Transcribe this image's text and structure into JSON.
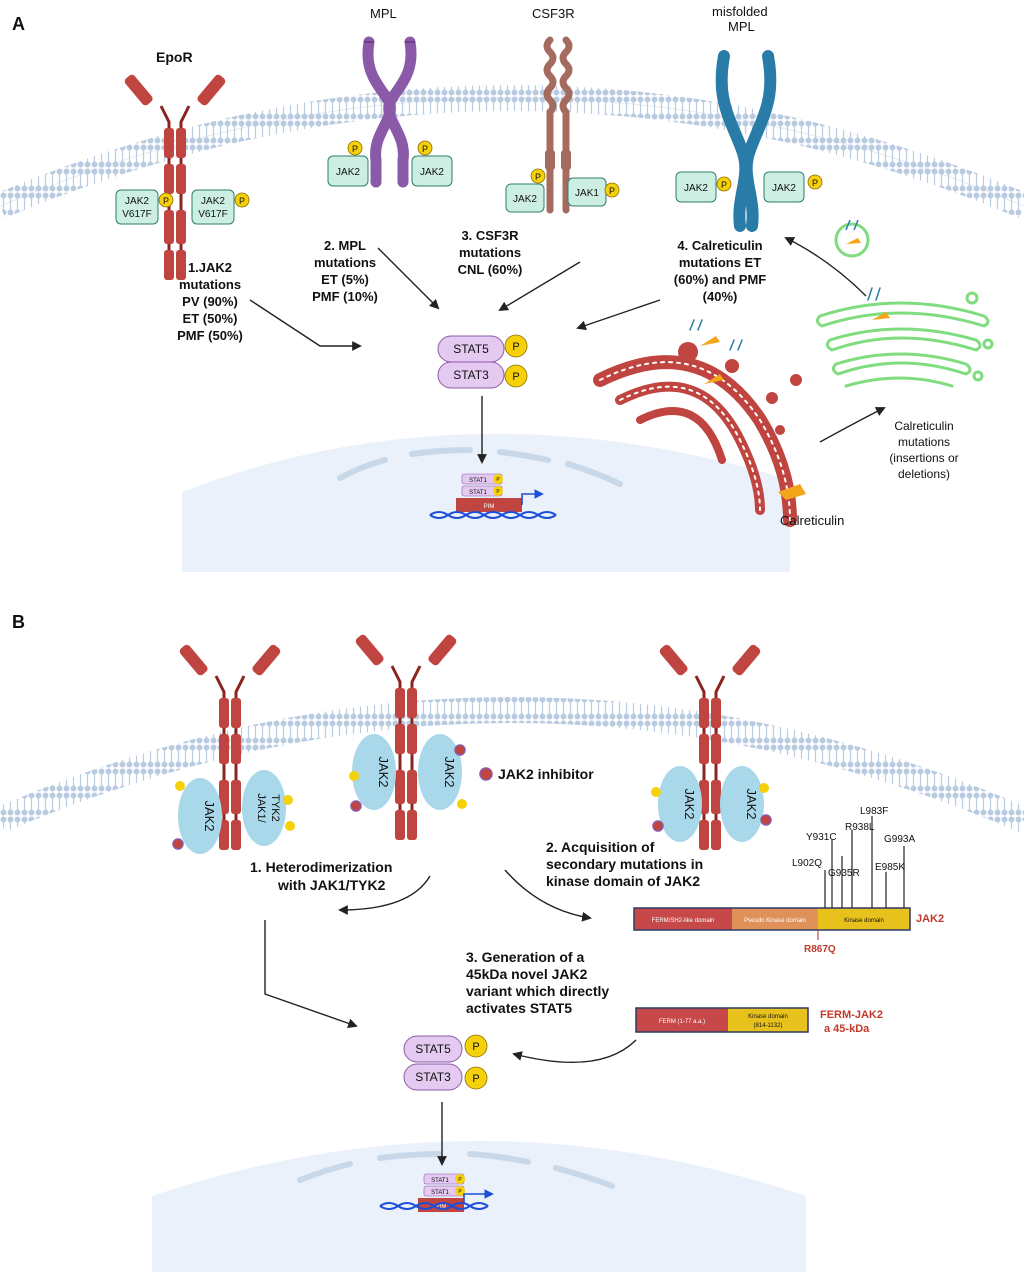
{
  "panel_labels": {
    "a": "A",
    "b": "B"
  },
  "panel_a": {
    "receptors": {
      "epor": "EpoR",
      "mpl": "MPL",
      "csf3r": "CSF3R",
      "misfolded_l1": "misfolded",
      "misfolded_l2": "MPL"
    },
    "kinases": {
      "jak2_v617f_l1": "JAK2",
      "jak2_v617f_l2": "V617F",
      "jak2": "JAK2",
      "jak1": "JAK1",
      "phospho": "P"
    },
    "notes": {
      "n1": [
        "1.JAK2",
        "mutations",
        "PV (90%)",
        "ET (50%)",
        "PMF (50%)"
      ],
      "n2": [
        "2. MPL",
        "mutations",
        "ET (5%)",
        "PMF (10%)"
      ],
      "n3": [
        "3. CSF3R",
        "mutations",
        "CNL (60%)"
      ],
      "n4": [
        "4. Calreticulin",
        "mutations  ET",
        "(60%) and PMF",
        "(40%)"
      ]
    },
    "stat5": "STAT5",
    "stat3": "STAT3",
    "stat1": "STAT1",
    "pim": "PIM",
    "calreticulin": "Calreticulin",
    "calr_mut": [
      "Calreticulin",
      "mutations",
      "(insertions or",
      "deletions)"
    ]
  },
  "panel_b": {
    "jak2": "JAK2",
    "jak1_tyk2_l1": "JAK1/",
    "jak1_tyk2_l2": "TYK2",
    "inhibitor": "JAK2 inhibitor",
    "step1": [
      "1.  Heterodimerization",
      "with JAK1/TYK2"
    ],
    "step2": [
      "2. Acquisition of",
      "secondary mutations in",
      "kinase domain of JAK2"
    ],
    "step3": [
      "3. Generation of a",
      "45kDa novel JAK2",
      "variant which directly",
      "activates STAT5"
    ],
    "domains": {
      "ferm": "FERM/SH2-like domain",
      "pseudo": "Pseudo Kinase domain",
      "kinase": "Kinase domain",
      "label": "JAK2"
    },
    "mutations": [
      "L902Q",
      "Y931C",
      "G935R",
      "R938L",
      "L983F",
      "E985K",
      "G993A"
    ],
    "r867q": "R867Q",
    "ferm_jak2": {
      "ferm": "FERM (1-77 a.a.)",
      "kinase_l1": "Kinase domain",
      "kinase_l2": "(814-1132)",
      "label_l1": "FERM-JAK2",
      "label_l2": "a 45-kDa"
    },
    "stat5": "STAT5",
    "stat3": "STAT3",
    "stat1": "STAT1",
    "pim": "PIM",
    "phospho": "P"
  },
  "colors": {
    "receptor_red": "#c0443f",
    "mpl_purple": "#8a5aa8",
    "csf3r_brown": "#a46b5e",
    "misfolded_blue": "#2a7ca8",
    "jak_teal": "#cdeee2",
    "jak_blue": "#a8d8ea",
    "phospho_yellow": "#f6d10a",
    "stat_purple": "#e4c9f0",
    "golgi_green": "#7fdc7f",
    "er_red": "#c0443f",
    "kinase_yellow": "#e8c21c",
    "ferm_red": "#c64848",
    "pseudo_orange": "#e0915a",
    "nucleus": "#eaf1fa",
    "membrane": "#b9cbe0"
  }
}
